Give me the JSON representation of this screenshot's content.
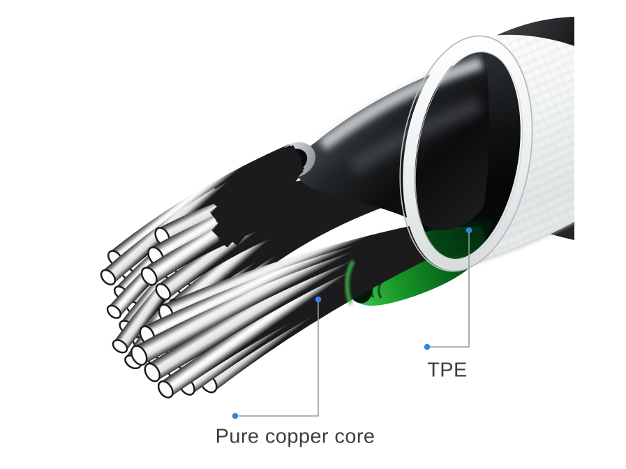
{
  "scene": {
    "description": "Close-up cutaway render of a charging cable: white outer jacket sliced open revealing black shielding, a green TPE insulated wire and two splayed bundles of bare copper strands",
    "kind": "product-photo"
  },
  "annotations": {
    "tpe": {
      "label": "TPE"
    },
    "copper": {
      "label": "Pure copper core"
    }
  },
  "colors": {
    "background": "#ffffff",
    "accent_dot": "#2e85e4",
    "leader_line": "#97999b",
    "label_text": "#3b3d3f",
    "jacket_white": "#f4f6f7",
    "ring_gray": "#d5d9db",
    "shield_black": "#0b0c0e",
    "tpe_green": "#179727",
    "tpe_green_bright": "#3fc24e",
    "tpe_green_dark": "#053312",
    "strand_light": "#ffffff",
    "strand_dark": "#1b1b1d",
    "red_wire": "#8c1822"
  }
}
